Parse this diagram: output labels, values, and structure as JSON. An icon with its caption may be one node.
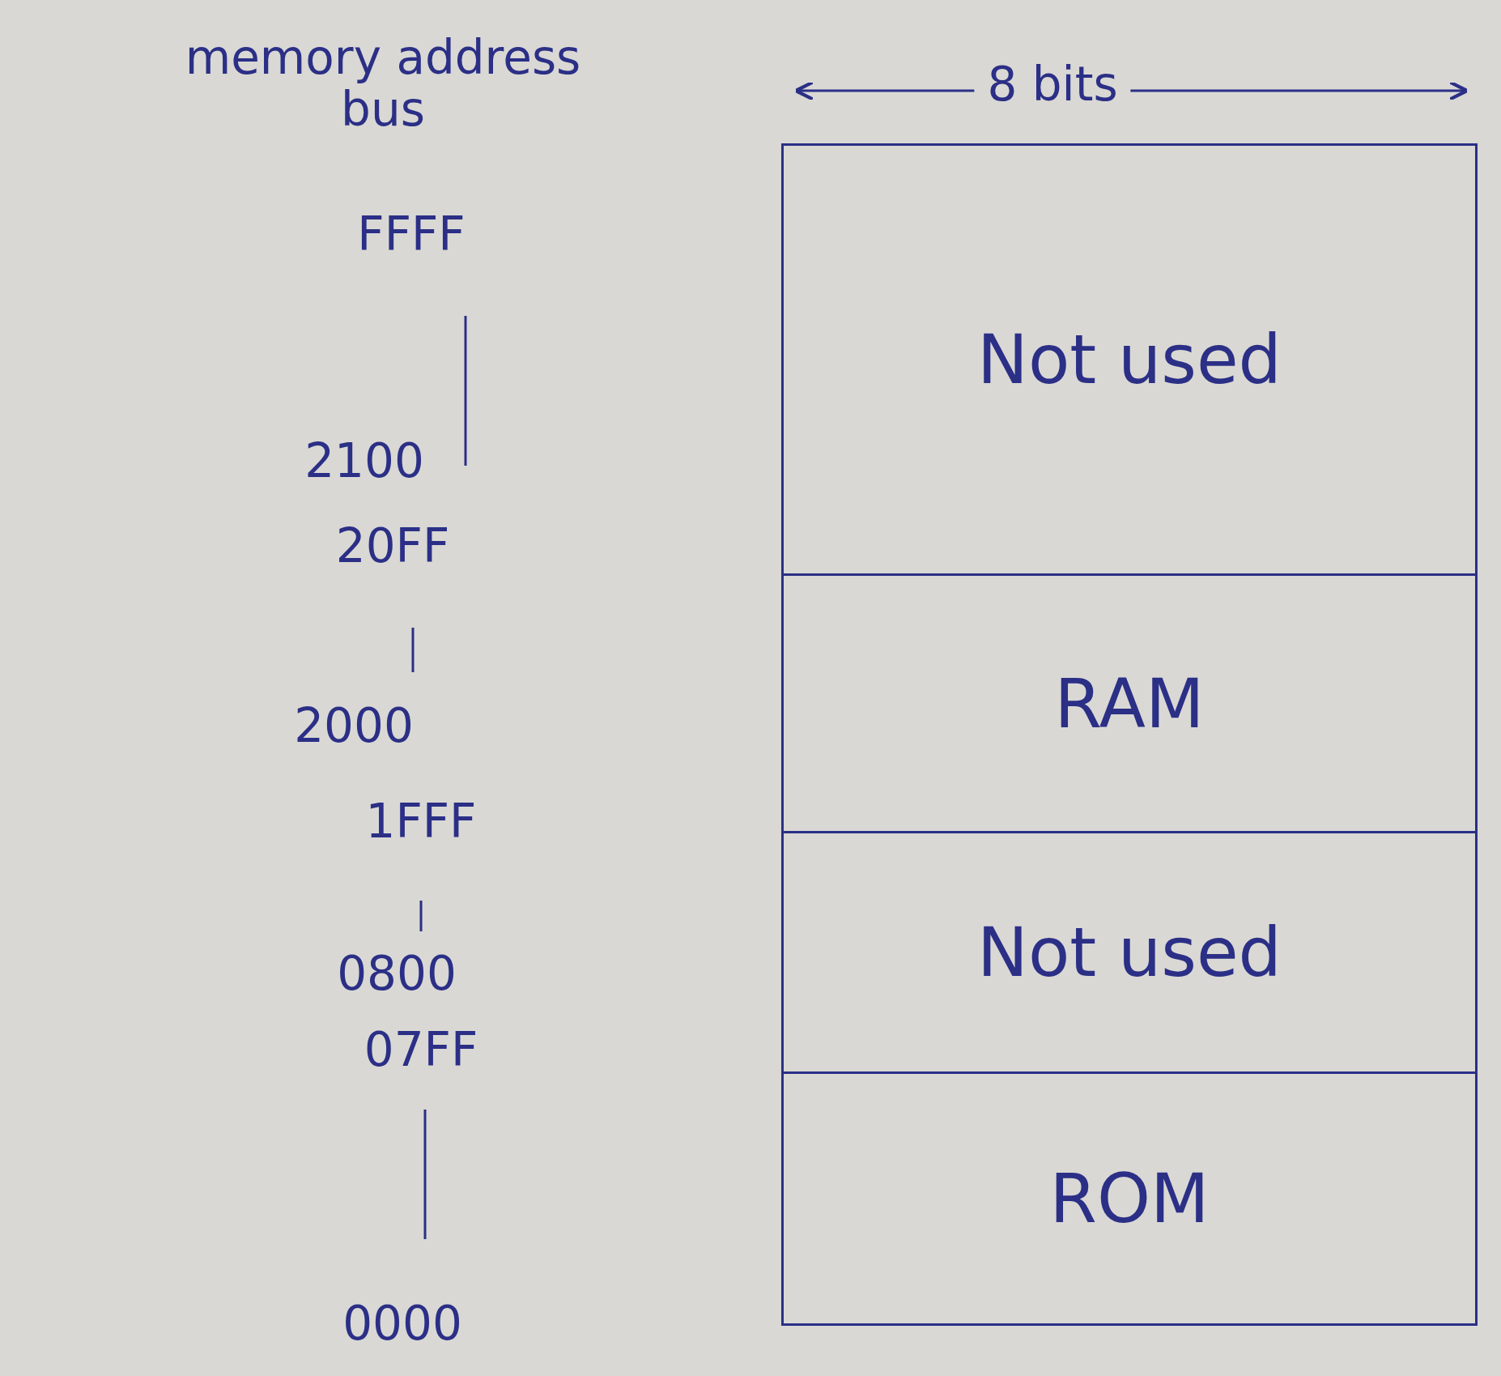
{
  "diagram": {
    "nodes": [
      {
        "text": [
          "Not used"
        ]
      },
      {
        "text": [
          "RAM"
        ]
      },
      {
        "text": [
          "Not used"
        ]
      },
      {
        "text": [
          "ROM"
        ]
      }
    ],
    "labels": [
      "memory address bus",
      "8 bits",
      "FFFF",
      "2100",
      "20FF",
      "2000",
      "1FFF",
      "0800",
      "07FF",
      "0000"
    ]
  }
}
